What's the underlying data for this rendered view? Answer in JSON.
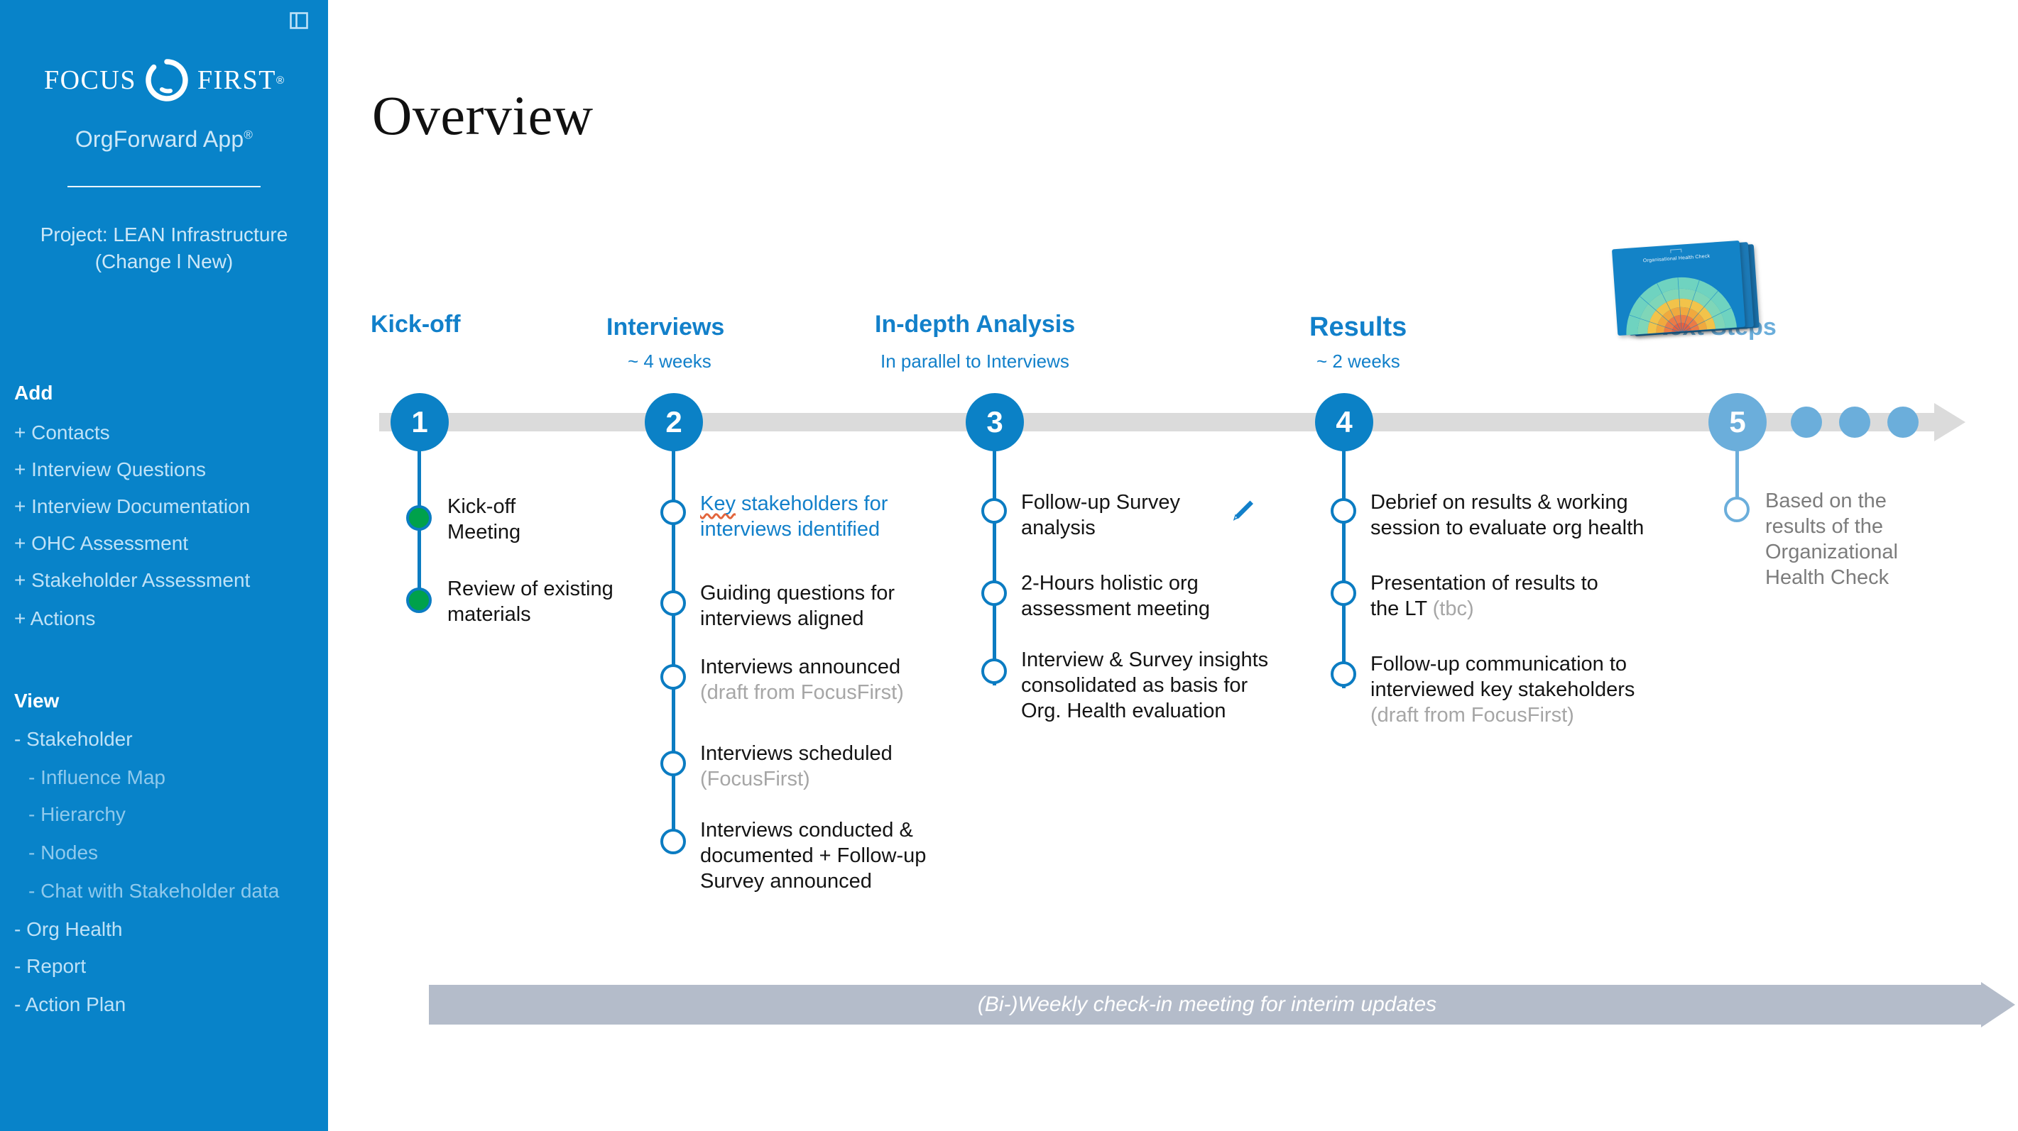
{
  "sidebar": {
    "panel_toggle_icon": "sidebar-panel-icon",
    "logo": {
      "word1": "Focus",
      "word2": "First",
      "registered": "®",
      "mark": "enso-ring-icon"
    },
    "app_name": "OrgForward App",
    "app_name_sup": "®",
    "project_line1": "Project: LEAN Infrastructure",
    "project_line2": "(Change l New)",
    "add_heading": "Add",
    "add_items": [
      {
        "label": "+ Contacts"
      },
      {
        "label": "+ Interview Questions"
      },
      {
        "label": "+ Interview Documentation"
      },
      {
        "label": "+ OHC Assessment"
      },
      {
        "label": "+ Stakeholder Assessment"
      },
      {
        "label": "+ Actions"
      }
    ],
    "view_heading": "View",
    "view_items": [
      {
        "label": "- Stakeholder",
        "level": 1
      },
      {
        "label": "- Influence Map",
        "level": 2
      },
      {
        "label": "- Hierarchy",
        "level": 2
      },
      {
        "label": "- Nodes",
        "level": 2
      },
      {
        "label": "- Chat with Stakeholder data",
        "level": 2
      },
      {
        "label": "- Org Health",
        "level": 1
      },
      {
        "label": "- Report",
        "level": 1
      },
      {
        "label": "- Action Plan",
        "level": 1
      }
    ]
  },
  "main": {
    "page_title": "Overview",
    "phases": [
      {
        "number": "1",
        "title": "Kick-off",
        "subtitle": ""
      },
      {
        "number": "2",
        "title": "Interviews",
        "subtitle": "~ 4 weeks"
      },
      {
        "number": "3",
        "title": "In-depth Analysis",
        "subtitle": "In parallel to Interviews"
      },
      {
        "number": "4",
        "title": "Results",
        "subtitle": "~ 2 weeks"
      },
      {
        "number": "5",
        "title": "Next Steps",
        "subtitle": ""
      }
    ],
    "results_thumbnail": {
      "title": "Organisational Health Check",
      "icon": "org-health-check-radar-thumbnail"
    },
    "step1_items": [
      {
        "text": "Kick-off\nMeeting"
      },
      {
        "text": "Review of existing\nmaterials"
      }
    ],
    "step2_items": [
      {
        "text_a": "Key",
        "text_b": " stakeholders for\ninterviews identified",
        "edit_icon": "pencil-edit-icon"
      },
      {
        "text": "Guiding questions for\ninterviews aligned"
      },
      {
        "text": "Interviews announced\n",
        "muted": "(draft from FocusFirst)"
      },
      {
        "text": "Interviews scheduled\n",
        "muted": "(FocusFirst)"
      },
      {
        "text": "Interviews conducted &\ndocumented + Follow-up\nSurvey announced"
      }
    ],
    "step3_items": [
      {
        "text": "Follow-up Survey\nanalysis"
      },
      {
        "text": "2-Hours holistic org\nassessment meeting"
      },
      {
        "text": "Interview & Survey insights\nconsolidated as basis for\nOrg. Health evaluation"
      }
    ],
    "step4_items": [
      {
        "text": "Debrief on results & working\nsession to evaluate org health"
      },
      {
        "text": "Presentation of results to\nthe LT ",
        "muted": "(tbc)"
      },
      {
        "text": "Follow-up communication to\ninterviewed key stakeholders\n",
        "muted": "(draft from FocusFirst)"
      }
    ],
    "step5_items": [
      {
        "text": "Based on the\nresults of the\nOrganizational\nHealth Check"
      }
    ],
    "banner_text": "(Bi-)Weekly check-in meeting for interim updates"
  },
  "colors": {
    "brand_blue": "#0883C9",
    "node_blue": "#0B81C6",
    "light_blue": "#6BAEDB",
    "done_green": "#00A14B",
    "axis_gray": "#DBDBDB",
    "banner_gray": "#B4BCCA",
    "muted_text": "#A6A6A6",
    "spellcheck_red": "#E2653C"
  }
}
